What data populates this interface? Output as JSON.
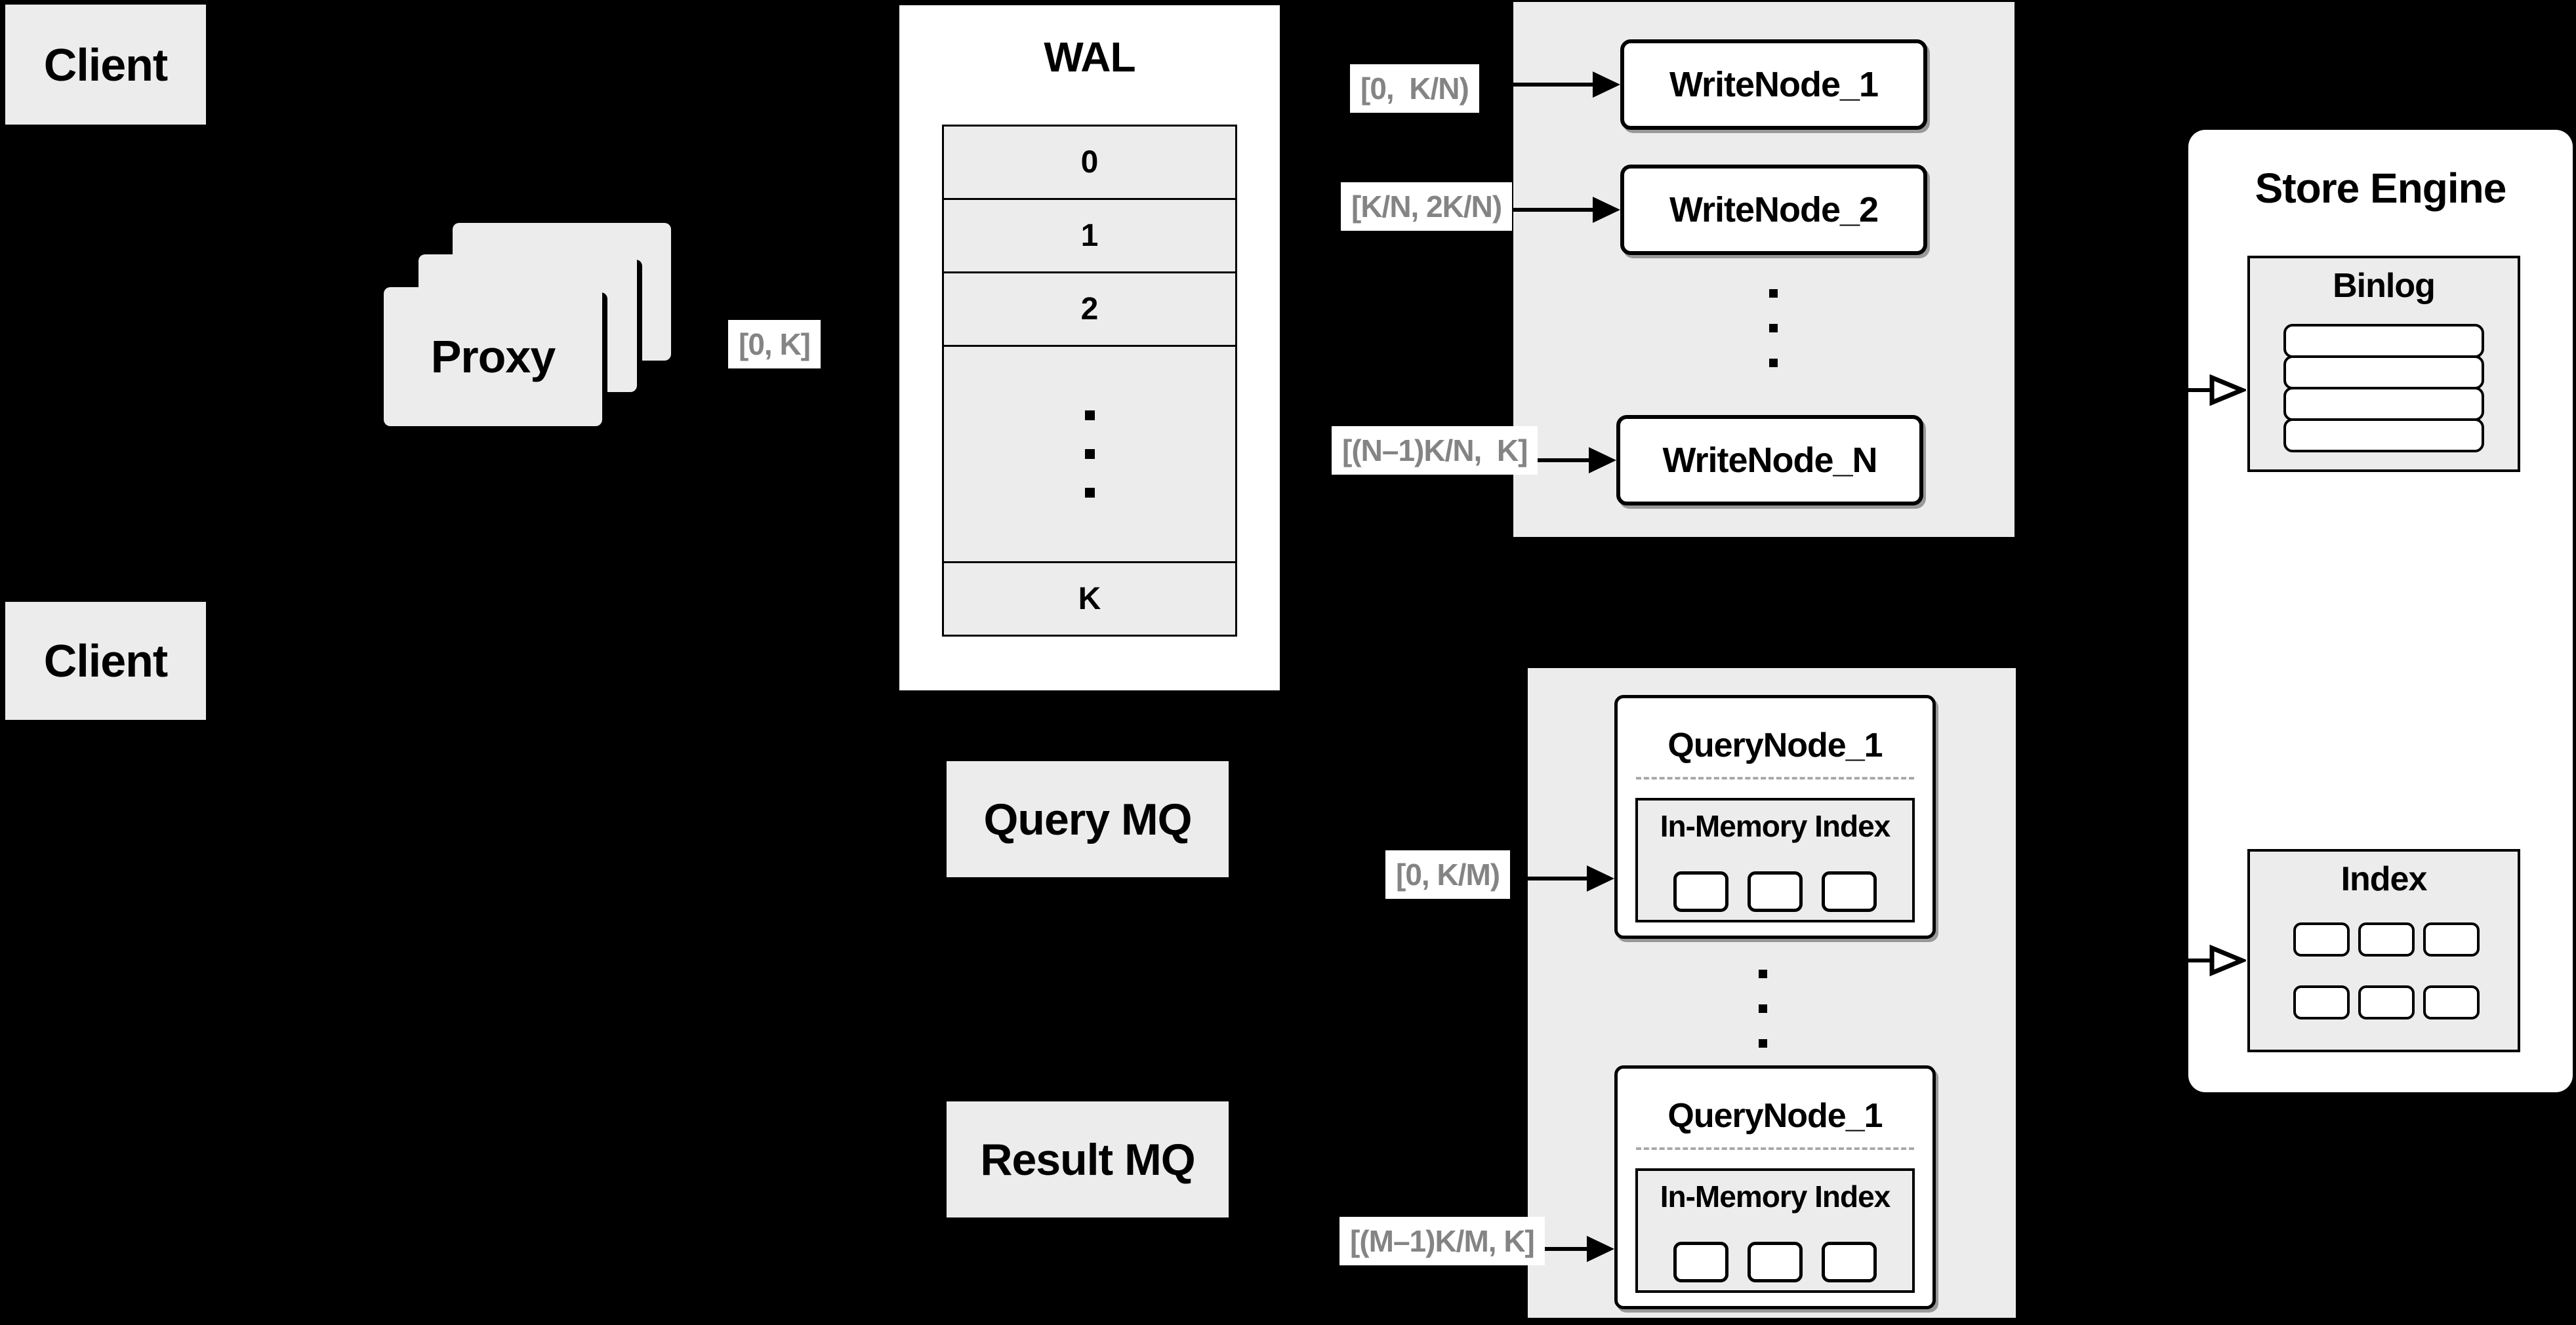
{
  "colors": {
    "background": "#000000",
    "panel_gray": "#ececec",
    "node_fill": "#ffffff",
    "stroke": "#000000",
    "edge_label_text": "#848484"
  },
  "clients": {
    "top": "Client",
    "bottom": "Client"
  },
  "proxy": {
    "label": "Proxy",
    "stack_count": 3
  },
  "wal": {
    "title": "WAL",
    "rows": [
      "0",
      "1",
      "2"
    ],
    "last_row": "K"
  },
  "edge_labels": {
    "proxy_to_wal": "[0, K]",
    "to_writenode_1": "[0,  K/N)",
    "to_writenode_2": "[K/N, 2K/N)",
    "to_writenode_n": "[(N–1)K/N,  K]",
    "to_querynode_top": "[0, K/M)",
    "to_querynode_bottom": "[(M–1)K/M, K]"
  },
  "write_group": {
    "nodes": [
      "WriteNode_1",
      "WriteNode_2",
      "WriteNode_N"
    ]
  },
  "query_group": {
    "top": {
      "title": "QueryNode_1",
      "inner_title": "In-Memory Index",
      "segment_count": 3
    },
    "bottom": {
      "title": "QueryNode_1",
      "inner_title": "In-Memory Index",
      "segment_count": 3
    }
  },
  "mq": {
    "query": "Query MQ",
    "result": "Result MQ"
  },
  "store": {
    "title": "Store Engine",
    "binlog_title": "Binlog",
    "binlog_row_count": 4,
    "index_title": "Index",
    "index_cell_count": 6
  }
}
